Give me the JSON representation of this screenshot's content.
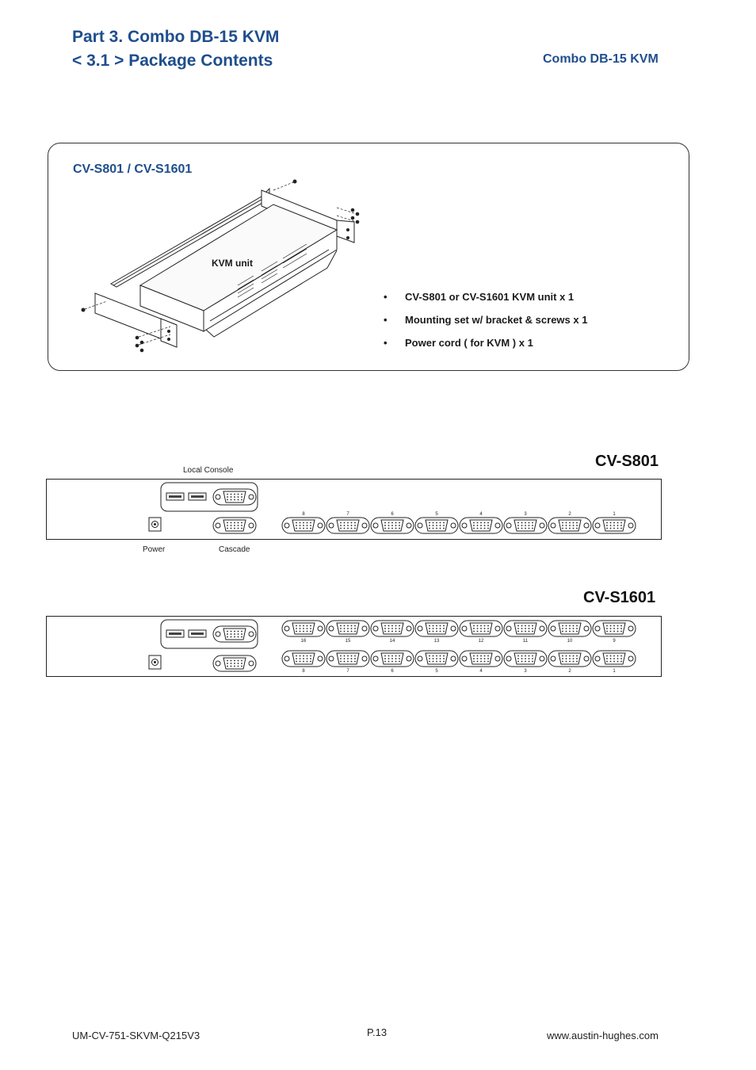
{
  "header": {
    "part_title": "Part 3. Combo  DB-15 KVM",
    "section_title": "< 3.1 > Package Contents",
    "right_title": "Combo  DB-15 KVM"
  },
  "package_panel": {
    "heading": "CV-S801 / CV-S1601",
    "diagram_label": "KVM unit",
    "items": [
      "CV-S801 or CV-S1601 KVM unit  x 1",
      "Mounting set w/ bracket & screws  x 1",
      "Power cord ( for KVM )  x 1"
    ]
  },
  "rear_s801": {
    "model": "CV-S801",
    "local_console_label": "Local Console",
    "power_label": "Power",
    "cascade_label": "Cascade",
    "ports": [
      "8",
      "7",
      "6",
      "5",
      "4",
      "3",
      "2",
      "1"
    ]
  },
  "rear_s1601": {
    "model": "CV-S1601",
    "ports_top": [
      "16",
      "15",
      "14",
      "13",
      "12",
      "11",
      "10",
      "9"
    ],
    "ports_bottom": [
      "8",
      "7",
      "6",
      "5",
      "4",
      "3",
      "2",
      "1"
    ]
  },
  "footer": {
    "doc_id": "UM-CV-751-SKVM-Q215V3",
    "page": "P.13",
    "website": "www.austin-hughes.com"
  }
}
